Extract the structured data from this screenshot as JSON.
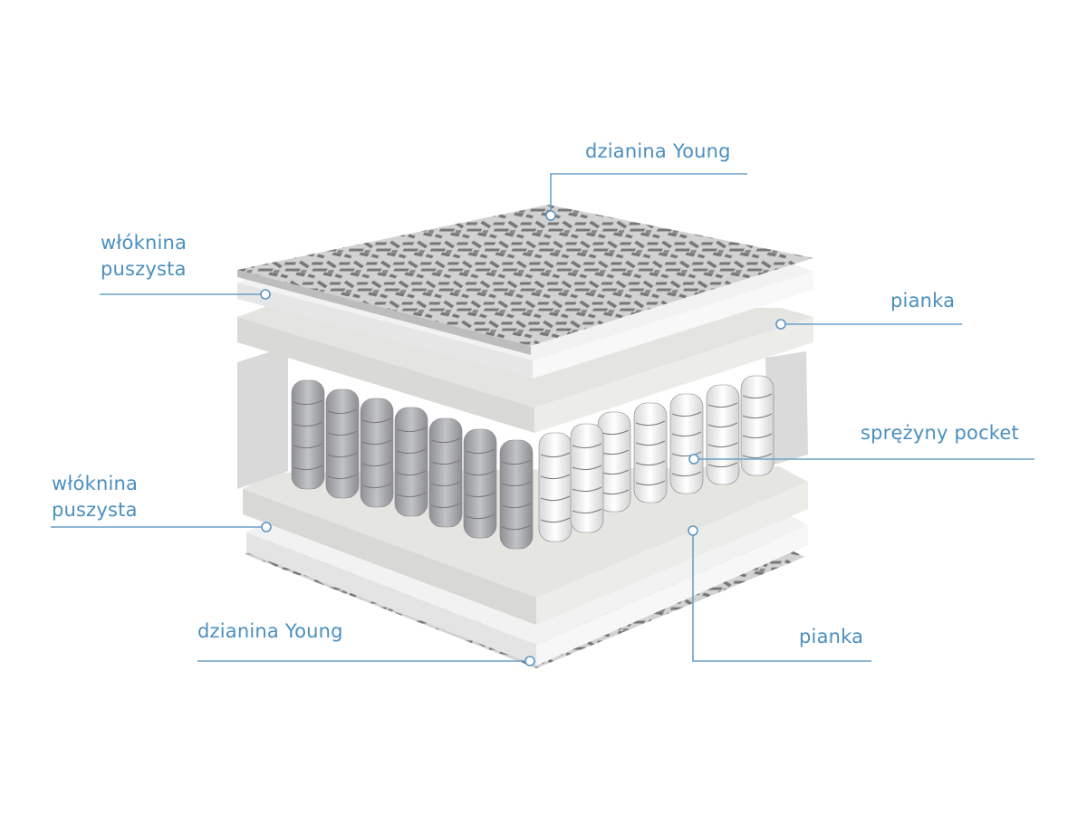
{
  "labels": {
    "top_knit": "dzianina Young",
    "top_fiber_line1": "włóknina",
    "top_fiber_line2": "puszysta",
    "top_foam": "pianka",
    "springs": "sprężyny pocket",
    "bottom_fiber_line1": "włóknina",
    "bottom_fiber_line2": "puszysta",
    "bottom_knit": "dzianina Young",
    "bottom_foam": "pianka"
  },
  "colors": {
    "label_text": "#4a8fbe",
    "leader_line": "#6aa1c9",
    "fabric_pattern": "#7c7c7c",
    "layer_white": "#f1f1f1",
    "layer_foam": "#e3e3e0",
    "spring_grey": "#a7a8ab",
    "spring_white": "#f3f3f3",
    "side_foam": "#d7d7d7"
  },
  "icons": {
    "leader_endpoint": "circle-dot-icon"
  }
}
